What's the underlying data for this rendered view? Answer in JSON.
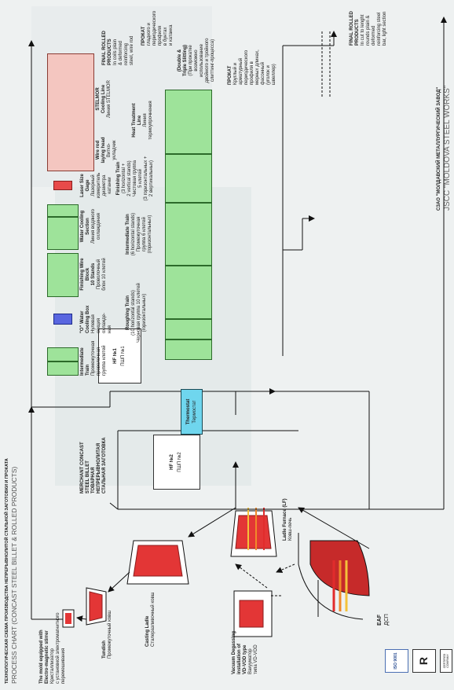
{
  "header": {
    "ru_company": "СЗАО \"МОЛДАВСКИЙ МЕТАЛЛУРГИЧЕСКИЙ ЗАВОД\"",
    "en_company": "JSCC \"MOLDOVA STEEL WORKS\"",
    "ru_title": "ТЕХНОЛОГИЧЕСКАЯ СХЕМА ПРОИЗВОДСТВА НЕПРЕРЫВНОЛИТОЙ СТАЛЬНОЙ ЗАГОТОВКИ И ПРОКАТА",
    "en_title": "PROCESS CHART (CONCAST STEEL BILLET & ROLLED PRODUCTS)"
  },
  "steelmaking": {
    "eaf_en": "EAF",
    "eaf_ru": "ДСП",
    "ladle_furnace": [
      "Ladle Furnace (LF)",
      "Ковш-печь"
    ],
    "vacuum": [
      "Vacuum Degassing",
      "installation of",
      "VD-VOD type",
      "Вакууматор",
      "типа VD-VOD"
    ],
    "casting_ladle": [
      "Casting Ladle",
      "Сталеразливочный ковш"
    ],
    "tundish": [
      "Tundish",
      "Промежуточный ковш"
    ],
    "mold": [
      "The mold equipped with",
      "Electro-magnetic stirrer",
      "Кристаллизатор",
      "с установкой электромагнитного",
      "перемешивания"
    ],
    "billet": [
      "MERCHANT CONCAST",
      "STEEL BILLET",
      "ТОВАРНАЯ",
      "НЕПРЕРЫВНОЛИТАЯ",
      "СТАЛЬНАЯ ЗАГОТОВКА"
    ]
  },
  "heating": {
    "hf2": [
      "HF №2",
      "ПШП №2"
    ],
    "hf1": [
      "HF №1",
      "ПШП №1"
    ],
    "thermostat": [
      "Thermostat",
      "Термостат"
    ]
  },
  "section_mill": {
    "roughing": [
      "Roughing Train",
      "(10 horizontal stands)",
      "Черновая группа 10 клетей",
      "(горизонтальных)"
    ],
    "intermediate": [
      "Intermediate Train",
      "(6 horizontal stands)",
      "Промежуточная",
      "группа 6 клетей",
      "(горизонтальных)"
    ],
    "finishing": [
      "Finishing Train",
      "(3 horizontal +",
      "2 vertical stands)",
      "Чистовая группа",
      "5 клетей",
      "(3 горизонтальных +",
      "2 вертикальных)"
    ],
    "heat_treatment": [
      "Heat Treatment",
      "Line",
      "Линия",
      "термоупрочнения"
    ],
    "slitting": [
      "(Double &",
      "Triple Slitting)",
      "(При прокатке",
      "возможно",
      "использование",
      "двойного и тройного",
      "слиттинг-процесса)"
    ],
    "final_en": [
      "FINAL ROLLED",
      "PRODUCTS",
      "In cut to lenght",
      "rounds plain &",
      "deformed",
      "reinforcing steel",
      "bar, light section"
    ],
    "final_ru": [
      "ПРОКАТ",
      "Круглый и",
      "арматурный",
      "периодического",
      "профиля в",
      "мерных длинах,",
      "фасонный",
      "(уголок и",
      "швеллер)"
    ]
  },
  "wire_mill": {
    "intermediate": [
      "Intermediate",
      "Train",
      "Промежуточная",
      "проволочная",
      "группа клетей"
    ],
    "cooling_box": [
      "\"O\" Water",
      "Cooling Box",
      "Нулевая",
      "секция",
      "охлажде-",
      "ния"
    ],
    "finishing_block": [
      "Finishing Wire",
      "Block",
      "10 Stands",
      "Проволочный",
      "блок 10 клетей"
    ],
    "water_cooling": [
      "Water Cooling",
      "Section",
      "Линия водяного",
      "охлаждения"
    ],
    "laser": [
      "Laser Size",
      "Gage",
      "Лазерный",
      "измеритель",
      "диаметра",
      "катанки"
    ],
    "laying_head": [
      "Wire rod",
      "laying head",
      "Витко-",
      "укладчик"
    ],
    "stelmor": [
      "STELMOR",
      "Cooling Line",
      "Линия STELMOR"
    ],
    "final_en": [
      "FINAL ROLLED",
      "PRODUCTS",
      "In coils plain",
      "& deformed",
      "reinforcing",
      "steel, wire rod"
    ],
    "final_ru": [
      "ПРОКАТ",
      "гладкого и",
      "периодического",
      "профиля",
      "в бунтах",
      "и катанка"
    ]
  },
  "logos": {
    "iso": "ISO 9001",
    "cert": "CERTIFIED COMPANY"
  },
  "colors": {
    "stand_green": "#9ee39a",
    "steel_red": "#e84a4a",
    "cooling_blue": "#5966e0",
    "thermostat_cyan": "#6fd6ee",
    "stelmor_pink": "#f4c6c0",
    "background": "#eef1f1"
  }
}
